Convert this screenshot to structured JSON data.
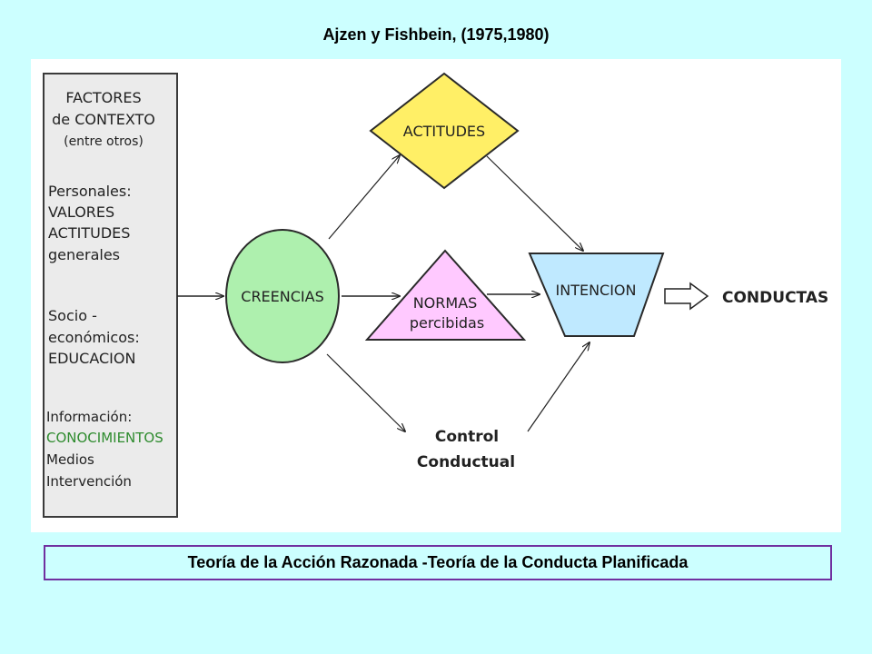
{
  "title": "Ajzen y Fishbein, (1975,1980)",
  "caption": "Teoría de la Acción Razonada -Teoría de la Conducta Planificada",
  "colors": {
    "background": "#ccffff",
    "panel": "#ffffff",
    "context_box": "#ebebeb",
    "creencias": "#aef0ae",
    "actitudes": "#ffef66",
    "normas": "#ffc9ff",
    "intencion": "#bfe9ff",
    "caption_border": "#7030a0",
    "conocimientos_text": "#2e8b2e"
  },
  "context_box": {
    "heading_1": "FACTORES",
    "heading_2": "de CONTEXTO",
    "heading_3": "(entre otros)",
    "personales_1": "Personales:",
    "personales_2": "VALORES",
    "personales_3": "ACTITUDES",
    "personales_4": "generales",
    "socio_1": "Socio -",
    "socio_2": "económicos:",
    "socio_3": "EDUCACION",
    "info_1": "Información:",
    "info_2": "CONOCIMIENTOS",
    "info_3": "Medios",
    "info_4": "Intervención"
  },
  "nodes": {
    "creencias": "CREENCIAS",
    "actitudes": "ACTITUDES",
    "normas_1": "NORMAS",
    "normas_2": "percibidas",
    "intencion": "INTENCION",
    "control_1": "Control",
    "control_2": "Conductual",
    "conductas": "CONDUCTAS"
  }
}
